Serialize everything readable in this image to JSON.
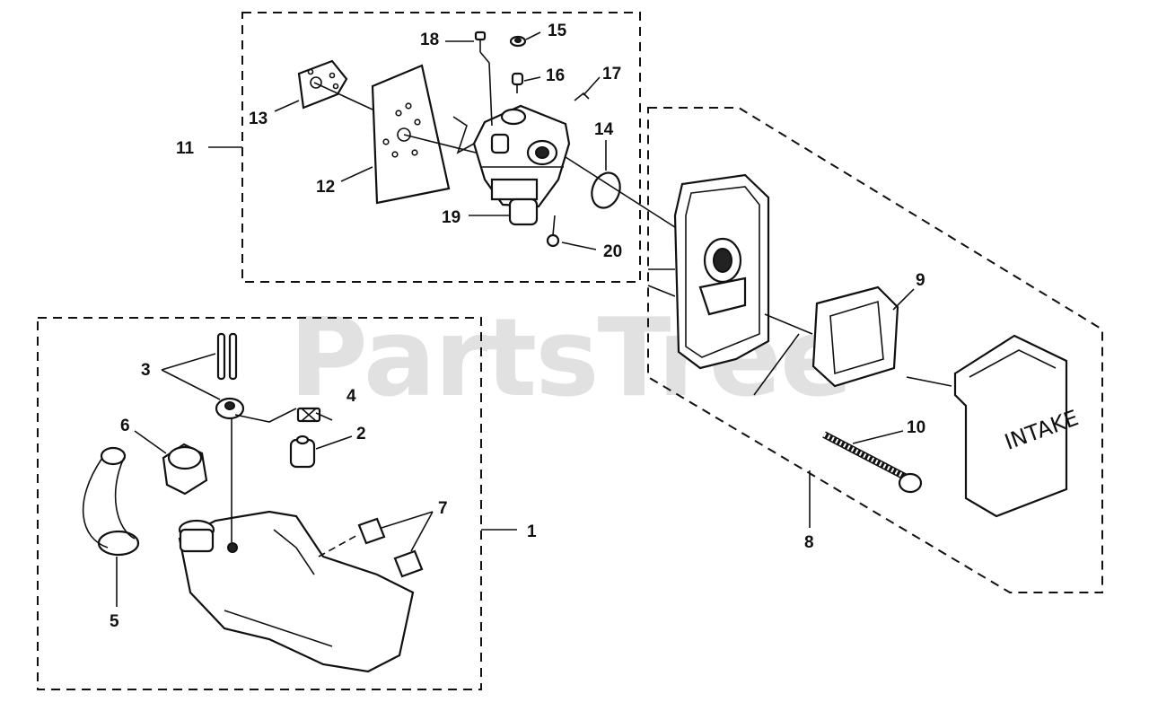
{
  "watermark": "PartsTree",
  "intake_label": "INTAKE",
  "callouts": {
    "c1": "1",
    "c2": "2",
    "c3": "3",
    "c4": "4",
    "c5": "5",
    "c6": "6",
    "c7": "7",
    "c8": "8",
    "c9": "9",
    "c10": "10",
    "c11": "11",
    "c12": "12",
    "c13": "13",
    "c14": "14",
    "c15": "15",
    "c16": "16",
    "c17": "17",
    "c18": "18",
    "c19": "19",
    "c20": "20"
  }
}
